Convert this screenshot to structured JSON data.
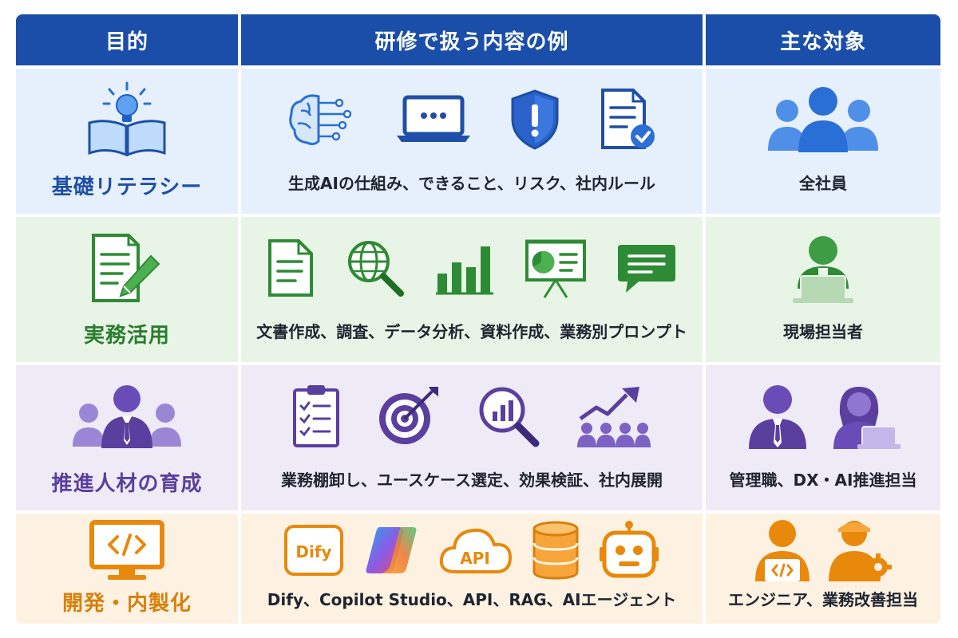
{
  "header": {
    "col_purpose": "目的",
    "col_content": "研修で扱う内容の例",
    "col_target": "主な対象"
  },
  "rows": [
    {
      "purpose": "基礎リテラシー",
      "content": "生成AIの仕組み、できること、リスク、社内ルール",
      "target": "全社員",
      "color": "#1f4fa6",
      "icons": [
        "book-lightbulb-icon",
        "ai-brain-icon",
        "laptop-chat-icon",
        "shield-alert-icon",
        "document-check-icon",
        "people-group-icon"
      ]
    },
    {
      "purpose": "実務活用",
      "content": "文書作成、調査、データ分析、資料作成、業務別プロンプト",
      "target": "現場担当者",
      "color": "#2a7d2e",
      "icons": [
        "document-pen-icon",
        "globe-search-icon",
        "bar-chart-icon",
        "presentation-board-icon",
        "chat-bubble-icon",
        "person-laptop-icon"
      ]
    },
    {
      "purpose": "推進人材の育成",
      "content": "業務棚卸し、ユースケース選定、効果検証、社内展開",
      "target": "管理職、DX・AI推進担当",
      "color": "#5b3f9e",
      "icons": [
        "team-leader-icon",
        "checklist-icon",
        "target-icon",
        "analysis-search-icon",
        "growth-team-icon",
        "manager-icon",
        "woman-laptop-icon"
      ]
    },
    {
      "purpose": "開発・内製化",
      "content": "Dify、Copilot Studio、API、RAG、AIエージェント",
      "target": "エンジニア、業務改善担当",
      "color": "#d97f0a",
      "icons": [
        "monitor-code-icon",
        "dify-logo-icon",
        "copilot-logo-icon",
        "api-cloud-icon",
        "database-icon",
        "robot-icon",
        "engineer-icon",
        "worker-gear-icon"
      ],
      "icon_labels": {
        "dify": "Dify",
        "api": "API"
      }
    }
  ]
}
